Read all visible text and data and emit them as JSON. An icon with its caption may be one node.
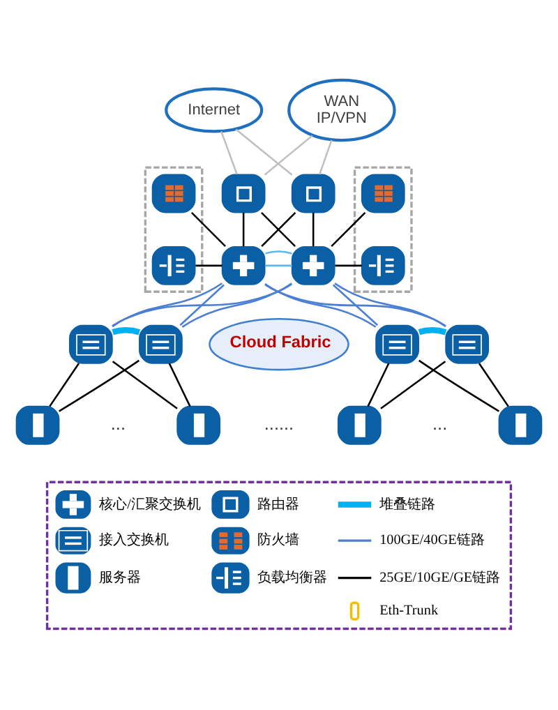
{
  "diagram": {
    "nodes": [
      {
        "text": [
          "Internet"
        ]
      },
      {
        "text": [
          "WAN IP/VPN"
        ]
      },
      {
        "text": [],
        "shape": "box"
      },
      {
        "text": [],
        "shape": "box"
      },
      {
        "text": [],
        "shape": "box"
      },
      {
        "text": [],
        "shape": "box",
        "in": 4
      },
      {
        "text": [],
        "shape": "box",
        "in": 4
      },
      {
        "text": [],
        "shape": "box"
      },
      {
        "text": [],
        "shape": "box"
      },
      {
        "text": [],
        "shape": "box"
      },
      {
        "text": [],
        "shape": "box",
        "in": 9
      },
      {
        "text": [],
        "shape": "box",
        "in": 9
      },
      {
        "text": [
          "Cloud Fabric"
        ]
      },
      {
        "text": [],
        "shape": "box"
      },
      {
        "text": [],
        "shape": "box"
      },
      {
        "text": [],
        "shape": "box"
      },
      {
        "text": [],
        "shape": "box"
      },
      {
        "text": [],
        "shape": "box"
      },
      {
        "text": [],
        "shape": "box"
      },
      {
        "text": [],
        "shape": "box"
      },
      {
        "text": [],
        "shape": "box"
      }
    ],
    "edges": [
      {
        "from": 0,
        "to": 2,
        "arrow": "none",
        "color": "#bfbfbf"
      },
      {
        "from": 0,
        "to": 3,
        "arrow": "none",
        "color": "#bfbfbf"
      },
      {
        "from": 1,
        "to": 2,
        "arrow": "none",
        "color": "#bfbfbf"
      },
      {
        "from": 1,
        "to": 3,
        "arrow": "none",
        "color": "#bfbfbf"
      },
      {
        "from": 2,
        "to": 7,
        "arrow": "none"
      },
      {
        "from": 2,
        "to": 8,
        "arrow": "none"
      },
      {
        "from": 3,
        "to": 7,
        "arrow": "none"
      },
      {
        "from": 3,
        "to": 8,
        "arrow": "none"
      },
      {
        "from": 5,
        "to": 7,
        "arrow": "none"
      },
      {
        "from": 6,
        "to": 7,
        "arrow": "none"
      },
      {
        "from": 8,
        "to": 10,
        "arrow": "none"
      },
      {
        "from": 8,
        "to": 11,
        "arrow": "none"
      },
      {
        "from": 7,
        "to": 8,
        "arrow": "none",
        "color": "#5bb8e8"
      },
      {
        "from": 7,
        "to": 8,
        "arrow": "none",
        "color": "#5bb8e8"
      },
      {
        "from": 7,
        "to": 13,
        "arrow": "none",
        "color": "#4a7fd4"
      },
      {
        "from": 7,
        "to": 14,
        "arrow": "none",
        "color": "#4a7fd4"
      },
      {
        "from": 7,
        "to": 15,
        "arrow": "none",
        "color": "#4a7fd4"
      },
      {
        "from": 7,
        "to": 16,
        "arrow": "none",
        "color": "#4a7fd4"
      },
      {
        "from": 8,
        "to": 13,
        "arrow": "none",
        "color": "#4a7fd4"
      },
      {
        "from": 8,
        "to": 14,
        "arrow": "none",
        "color": "#4a7fd4"
      },
      {
        "from": 8,
        "to": 15,
        "arrow": "none",
        "color": "#4a7fd4"
      },
      {
        "from": 8,
        "to": 16,
        "arrow": "none",
        "color": "#4a7fd4"
      },
      {
        "from": 13,
        "to": 14,
        "arrow": "none",
        "style": "thick",
        "color": "#00b0f0"
      },
      {
        "from": 15,
        "to": 16,
        "arrow": "none",
        "style": "thick",
        "color": "#00b0f0"
      },
      {
        "from": 13,
        "to": 17,
        "arrow": "none"
      },
      {
        "from": 13,
        "to": 18,
        "arrow": "none"
      },
      {
        "from": 14,
        "to": 17,
        "arrow": "none"
      },
      {
        "from": 14,
        "to": 18,
        "arrow": "none"
      },
      {
        "from": 15,
        "to": 19,
        "arrow": "none"
      },
      {
        "from": 15,
        "to": 20,
        "arrow": "none"
      },
      {
        "from": 16,
        "to": 19,
        "arrow": "none"
      },
      {
        "from": 16,
        "to": 20,
        "arrow": "none"
      }
    ],
    "labels": [
      "......",
      "...",
      "..."
    ],
    "legend": [
      {
        "text": "核心/汇聚交换机"
      },
      {
        "text": "路由器"
      },
      {
        "text": "堆叠链路"
      },
      {
        "text": "接入交换机"
      },
      {
        "text": "防火墙"
      },
      {
        "text": "100GE/40GE链路"
      },
      {
        "text": "服务器"
      },
      {
        "text": "负载均衡器"
      },
      {
        "text": "25GE/10GE/GE链路"
      },
      {
        "text": "Eth-Trunk"
      }
    ]
  }
}
